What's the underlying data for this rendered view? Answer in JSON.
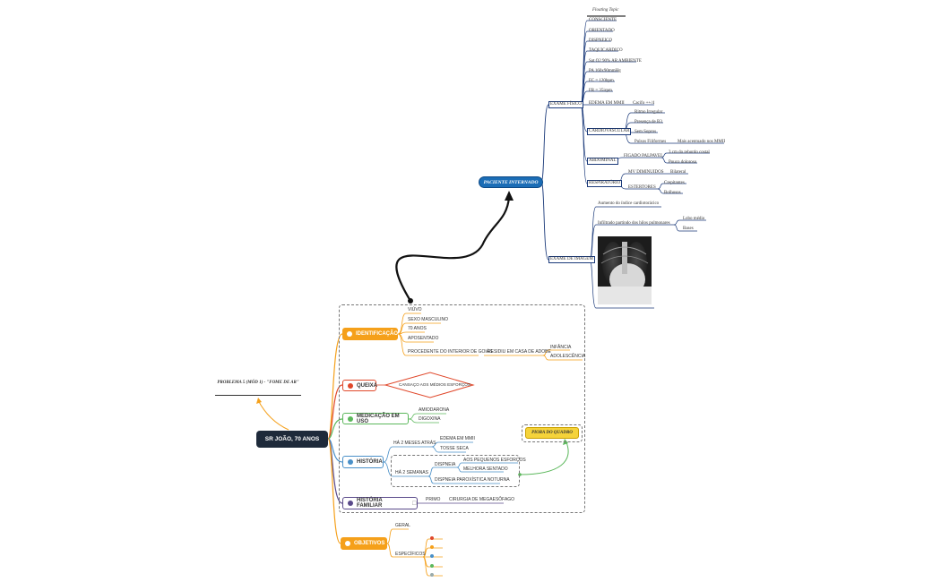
{
  "root": "SR JOÃO, 70 ANOS",
  "problem": "PROBLEMA 5 (MÓD 1) - \"FOME DE AR\"",
  "floating_topic": "Floating Topic",
  "patient": "PACIENTE INTERNADO",
  "physical_findings": [
    "CONSCIENTE",
    "ORIENTADO",
    "DISPNEICO",
    "TAQUICARDICO",
    "Sat O2 90% AR AMBIENTE",
    "PA 160x90mmHg",
    "FC = 120bpm",
    "FR = 35irpm"
  ],
  "exame_fisico": "EXAME FÍSICO",
  "edema": {
    "label": "EDEMA EM MMII",
    "detail": "Cacifo ++/4"
  },
  "cardio": {
    "label": "CARDIOVASCULAR",
    "items": [
      "Ritmo Irregular",
      "Presença de B3",
      "Sem Sopros",
      "Pulsos Filiformes"
    ],
    "pulsos_detail": "Mais acentuado nos MMII"
  },
  "abdominal": {
    "label": "ABDOMINAL",
    "item": "FIGADO PALPAVEL",
    "details": [
      "3 cm do rebordo costal",
      "Pouco doloroso"
    ]
  },
  "respiratorio": {
    "label": "RESPIRATÓRIO",
    "mv": "MV DIMINUIDOS",
    "mv_detail": "Bilateral",
    "estertores": "ESTERTORES",
    "estertores_details": [
      "Crepitantes",
      "Bolhosos"
    ]
  },
  "imagem": {
    "label": "EXAME DE IMAGEM",
    "cardio_index": "Aumento do índice cardiotorácico",
    "infiltrado": "Infiltrado partindo dos hilos pulmonares",
    "infiltrado_details": [
      "Lobo médio",
      "Bases"
    ]
  },
  "identificacao": {
    "label": "IDENTIFICAÇÃO",
    "items": [
      "VIÚVO",
      "SEXO MASCULINO",
      "70 ANOS",
      "APOSENTADO",
      "PROCEDENTE DO INTERIOR DE GOIÁS"
    ],
    "residiu": "RESIDIU EM CASA DE ADOBE",
    "periodos": [
      "INFÂNCIA",
      "ADOLESCÊNCIA"
    ]
  },
  "queixa": {
    "label": "QUEIXA",
    "text": "CANSAÇO AOS MÉDIOS ESFORÇOS"
  },
  "medicacao": {
    "label": "MEDICAÇÃO EM USO",
    "items": [
      "AMIODARONA",
      "DIGOXINA"
    ]
  },
  "historia": {
    "label": "HISTÓRIA",
    "meses": "HÁ 2 MESES ATRÁS",
    "meses_items": [
      "EDEMA EM MMII",
      "TOSSE SECA"
    ],
    "semanas": "HÁ 2 SEMANAS",
    "dispneia": "DISPNEIA",
    "dispneia_items": [
      "AOS PEQUENOS ESFORÇOS",
      "MELHORA SENTADO"
    ],
    "dpn": "DISPNEIA PAROXÍSTICA NOTURNA",
    "piora": "PIORA DO QUADRO"
  },
  "familiar": {
    "label": "HISTÓRIA FAMILIAR",
    "primo": "PRIMO",
    "detail": "CIRURGIA DE MEGAESÔFAGO"
  },
  "objetivos": {
    "label": "OBJETIVOS",
    "geral": "GERAL",
    "especificos": "ESPECÍFICOS"
  },
  "colors": {
    "dark_navy": "#1e2a3a",
    "orange": "#f5a01a",
    "red": "#e0482b",
    "green": "#5cb85c",
    "blue": "#4a90c8",
    "purple": "#5a4a8a",
    "patient_blue": "#1b6db6",
    "yellow": "#f5d33a"
  }
}
